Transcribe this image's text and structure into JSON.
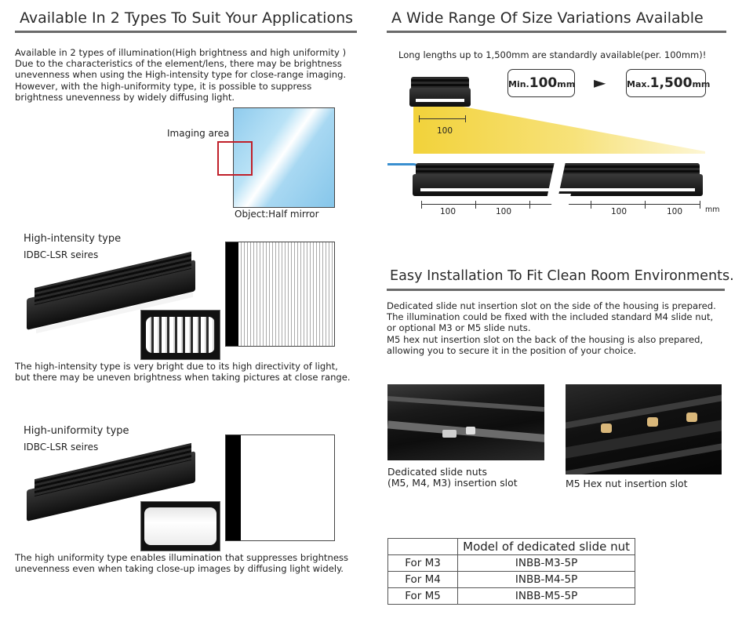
{
  "left": {
    "title": "Available In 2 Types To Suit Your Applications",
    "intro": [
      "Available in 2 types of illumination(High brightness and high uniformity )",
      "Due to the characteristics of the element/lens, there may be brightness",
      "unevenness when using the High-intensity type for close-range imaging.",
      "However, with the high-uniformity type, it is possible to suppress",
      "brightness unevenness by widely diffusing light."
    ],
    "imaging_area_label": "Imaging area",
    "object_label": "Object:Half mirror",
    "high_intensity": {
      "type_label": "High-intensity type",
      "series_label": "IDBC-LSR seires",
      "desc": [
        "The high-intensity type is very bright due to its high  directivity of light,",
        "but there may be uneven brightness when taking pictures at close range."
      ]
    },
    "high_uniformity": {
      "type_label": "High-uniformity type",
      "series_label": "IDBC-LSR seires",
      "desc": [
        "The high uniformity type enables illumination that suppresses brightness",
        "unevenness even when taking close-up images by diffusing light widely."
      ]
    }
  },
  "right": {
    "size_title": "A Wide Range Of Size Variations Available",
    "size_note": "Long lengths up to 1,500mm are standardly available(per. 100mm)!",
    "min_box": {
      "prefix": "Min.",
      "value": "100",
      "unit": "mm"
    },
    "max_box": {
      "prefix": "Max.",
      "value": "1,500",
      "unit": "mm"
    },
    "arrow_glyph": "►",
    "short_dim": "100",
    "ruler_labels": [
      "100",
      "100",
      "100",
      "100"
    ],
    "ruler_unit": "mm",
    "install_title": "Easy Installation To Fit Clean Room Environments.",
    "install_text": [
      "Dedicated slide nut insertion slot on the side of the housing is prepared.",
      "The illumination could be fixed with the included standard M4 slide nut,",
      "or optional M3 or M5 slide nuts.",
      "M5 hex nut insertion slot on the back of the housing is also prepared,",
      "allowing you to secure it in the position of your choice."
    ],
    "photo1_caption": [
      "Dedicated slide nuts",
      "(M5, M4, M3) insertion slot"
    ],
    "photo2_caption": "M5 Hex nut insertion slot",
    "table": {
      "header": [
        "",
        "Model of dedicated slide nut"
      ],
      "rows": [
        [
          "For M3",
          "INBB-M3-5P"
        ],
        [
          "For M4",
          "INBB-M4-5P"
        ],
        [
          "For M5",
          "INBB-M5-5P"
        ]
      ]
    }
  },
  "colors": {
    "title_rule": "#6a6a6a",
    "highlight_box": "#c0202a",
    "mirror_blue": "#9fd3ef",
    "beam_yellow": "#f2d23a",
    "cable_blue": "#3a8fd0"
  }
}
